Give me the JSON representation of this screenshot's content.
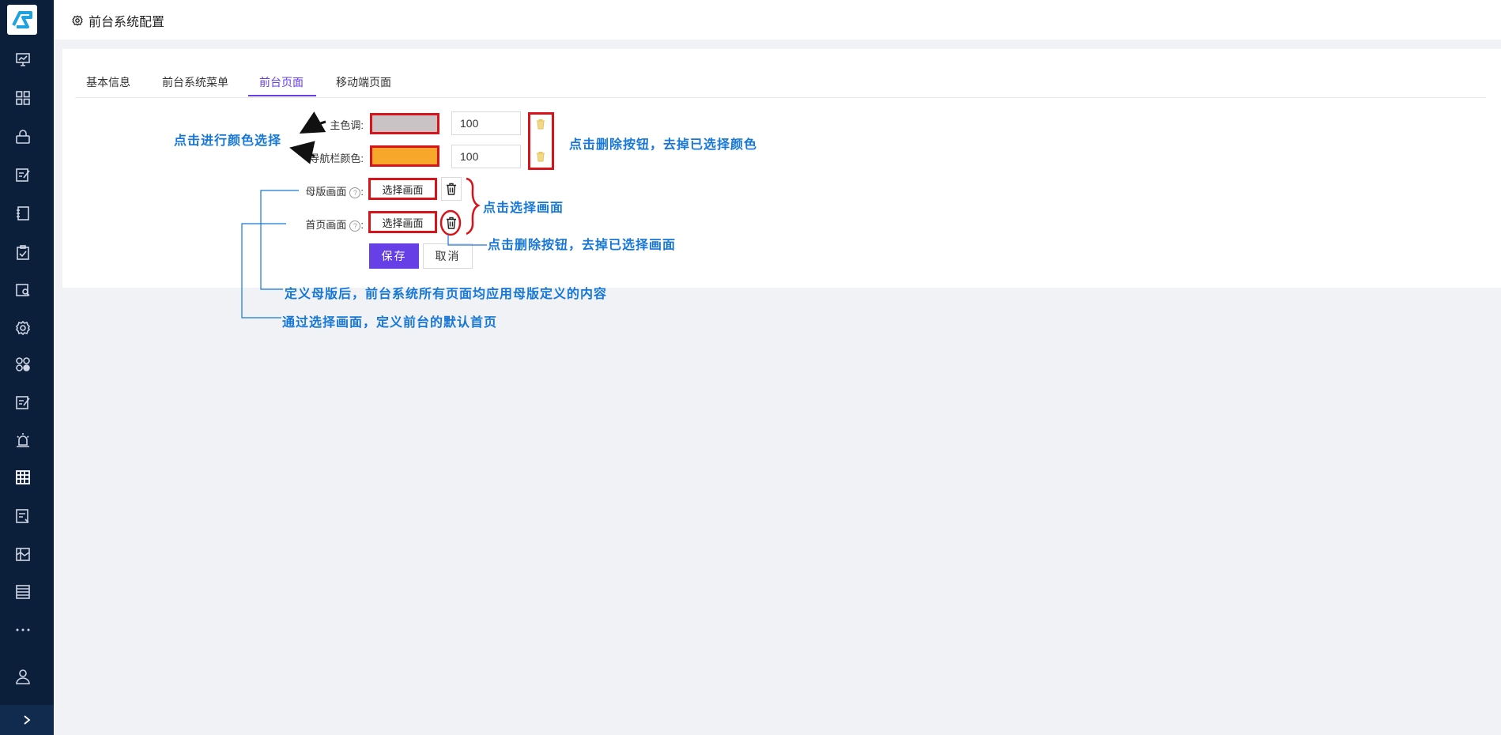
{
  "header": {
    "title": "前台系统配置"
  },
  "tabs": [
    {
      "label": "基本信息"
    },
    {
      "label": "前台系统菜单"
    },
    {
      "label": "前台页面"
    },
    {
      "label": "移动端页面"
    }
  ],
  "form": {
    "main_color_label": "主色调:",
    "main_color_value": "#c9c3c6",
    "main_opacity": "100",
    "nav_color_label": "导航栏颜色:",
    "nav_color_value": "#f7a82a",
    "nav_opacity": "100",
    "master_label": "母版画面",
    "home_label": "首页画面",
    "select_page_label": "选择画面",
    "save_label": "保存",
    "cancel_label": "取消"
  },
  "annotations": {
    "color_select": "点击进行颜色选择",
    "delete_color": "点击删除按钮，去掉已选择颜色",
    "select_page": "点击选择画面",
    "delete_page": "点击删除按钮，去掉已选择画面",
    "master_desc": "定义母版后，前台系统所有页面均应用母版定义的内容",
    "home_desc": "通过选择画面，定义前台的默认首页"
  },
  "colors": {
    "accent": "#6640e6",
    "sidebar": "#0b1f3b",
    "annotation": "#1677d8",
    "highlight": "#d8141a"
  }
}
